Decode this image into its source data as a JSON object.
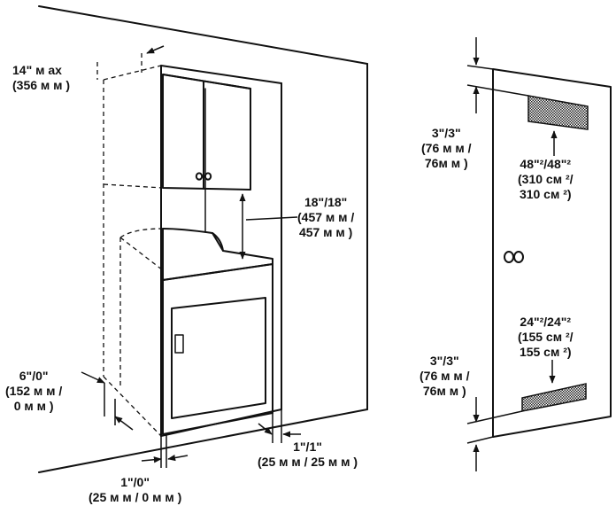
{
  "colors": {
    "ink": "#111111",
    "paper": "#ffffff",
    "vent": "#555555"
  },
  "labels": {
    "top_clearance": {
      "line1": "14\" м ах",
      "line2": "(356 м м )"
    },
    "side_clearance": {
      "line1": "6\"/0\"",
      "line2": "(152 м м /",
      "line3": "0 м м )"
    },
    "bottom_clearance": {
      "line1": "1\"/0\"",
      "line2": "(25 м м / 0 м м )"
    },
    "cabinet_gap": {
      "line1": "18\"/18\"",
      "line2": "(457 м м /",
      "line3": "457 м м )"
    },
    "rear_gap": {
      "line1": "1\"/1\"",
      "line2": "(25 м м / 25 м м )"
    },
    "door_top_margin": {
      "line1": "3\"/3\"",
      "line2": "(76 м м /",
      "line3": "76м м )"
    },
    "door_top_vent": {
      "line1": "48\"²/48\"²",
      "line2": "(310 см ²/",
      "line3": "310 см ²)"
    },
    "door_bottom_vent": {
      "line1": "24\"²/24\"²",
      "line2": "(155 см ²/",
      "line3": "155 см ²)"
    },
    "door_bottom_margin": {
      "line1": "3\"/3\"",
      "line2": "(76 м м /",
      "line3": "76м м )"
    }
  }
}
